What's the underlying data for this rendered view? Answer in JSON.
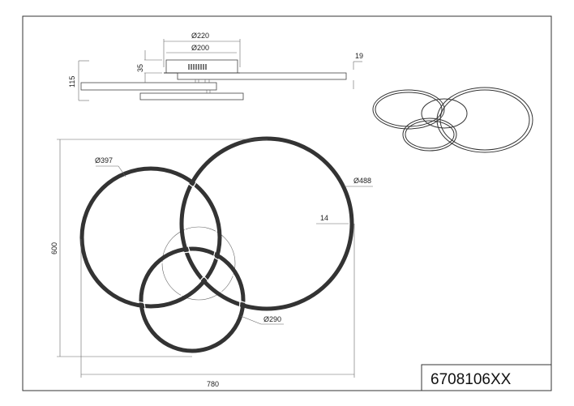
{
  "product_code": "6708106XX",
  "side_view": {
    "dim_canopy_outer": "Ø220",
    "dim_canopy_inner": "Ø200",
    "dim_canopy_height": "35",
    "dim_total_height": "115",
    "dim_ring_thickness": "19"
  },
  "front_view": {
    "dim_left_ring": "Ø397",
    "dim_large_ring": "Ø488",
    "dim_small_ring": "Ø290",
    "dim_profile_width": "14",
    "dim_total_height": "600",
    "dim_total_width": "780"
  },
  "colors": {
    "line": "#333333",
    "background": "#ffffff"
  }
}
